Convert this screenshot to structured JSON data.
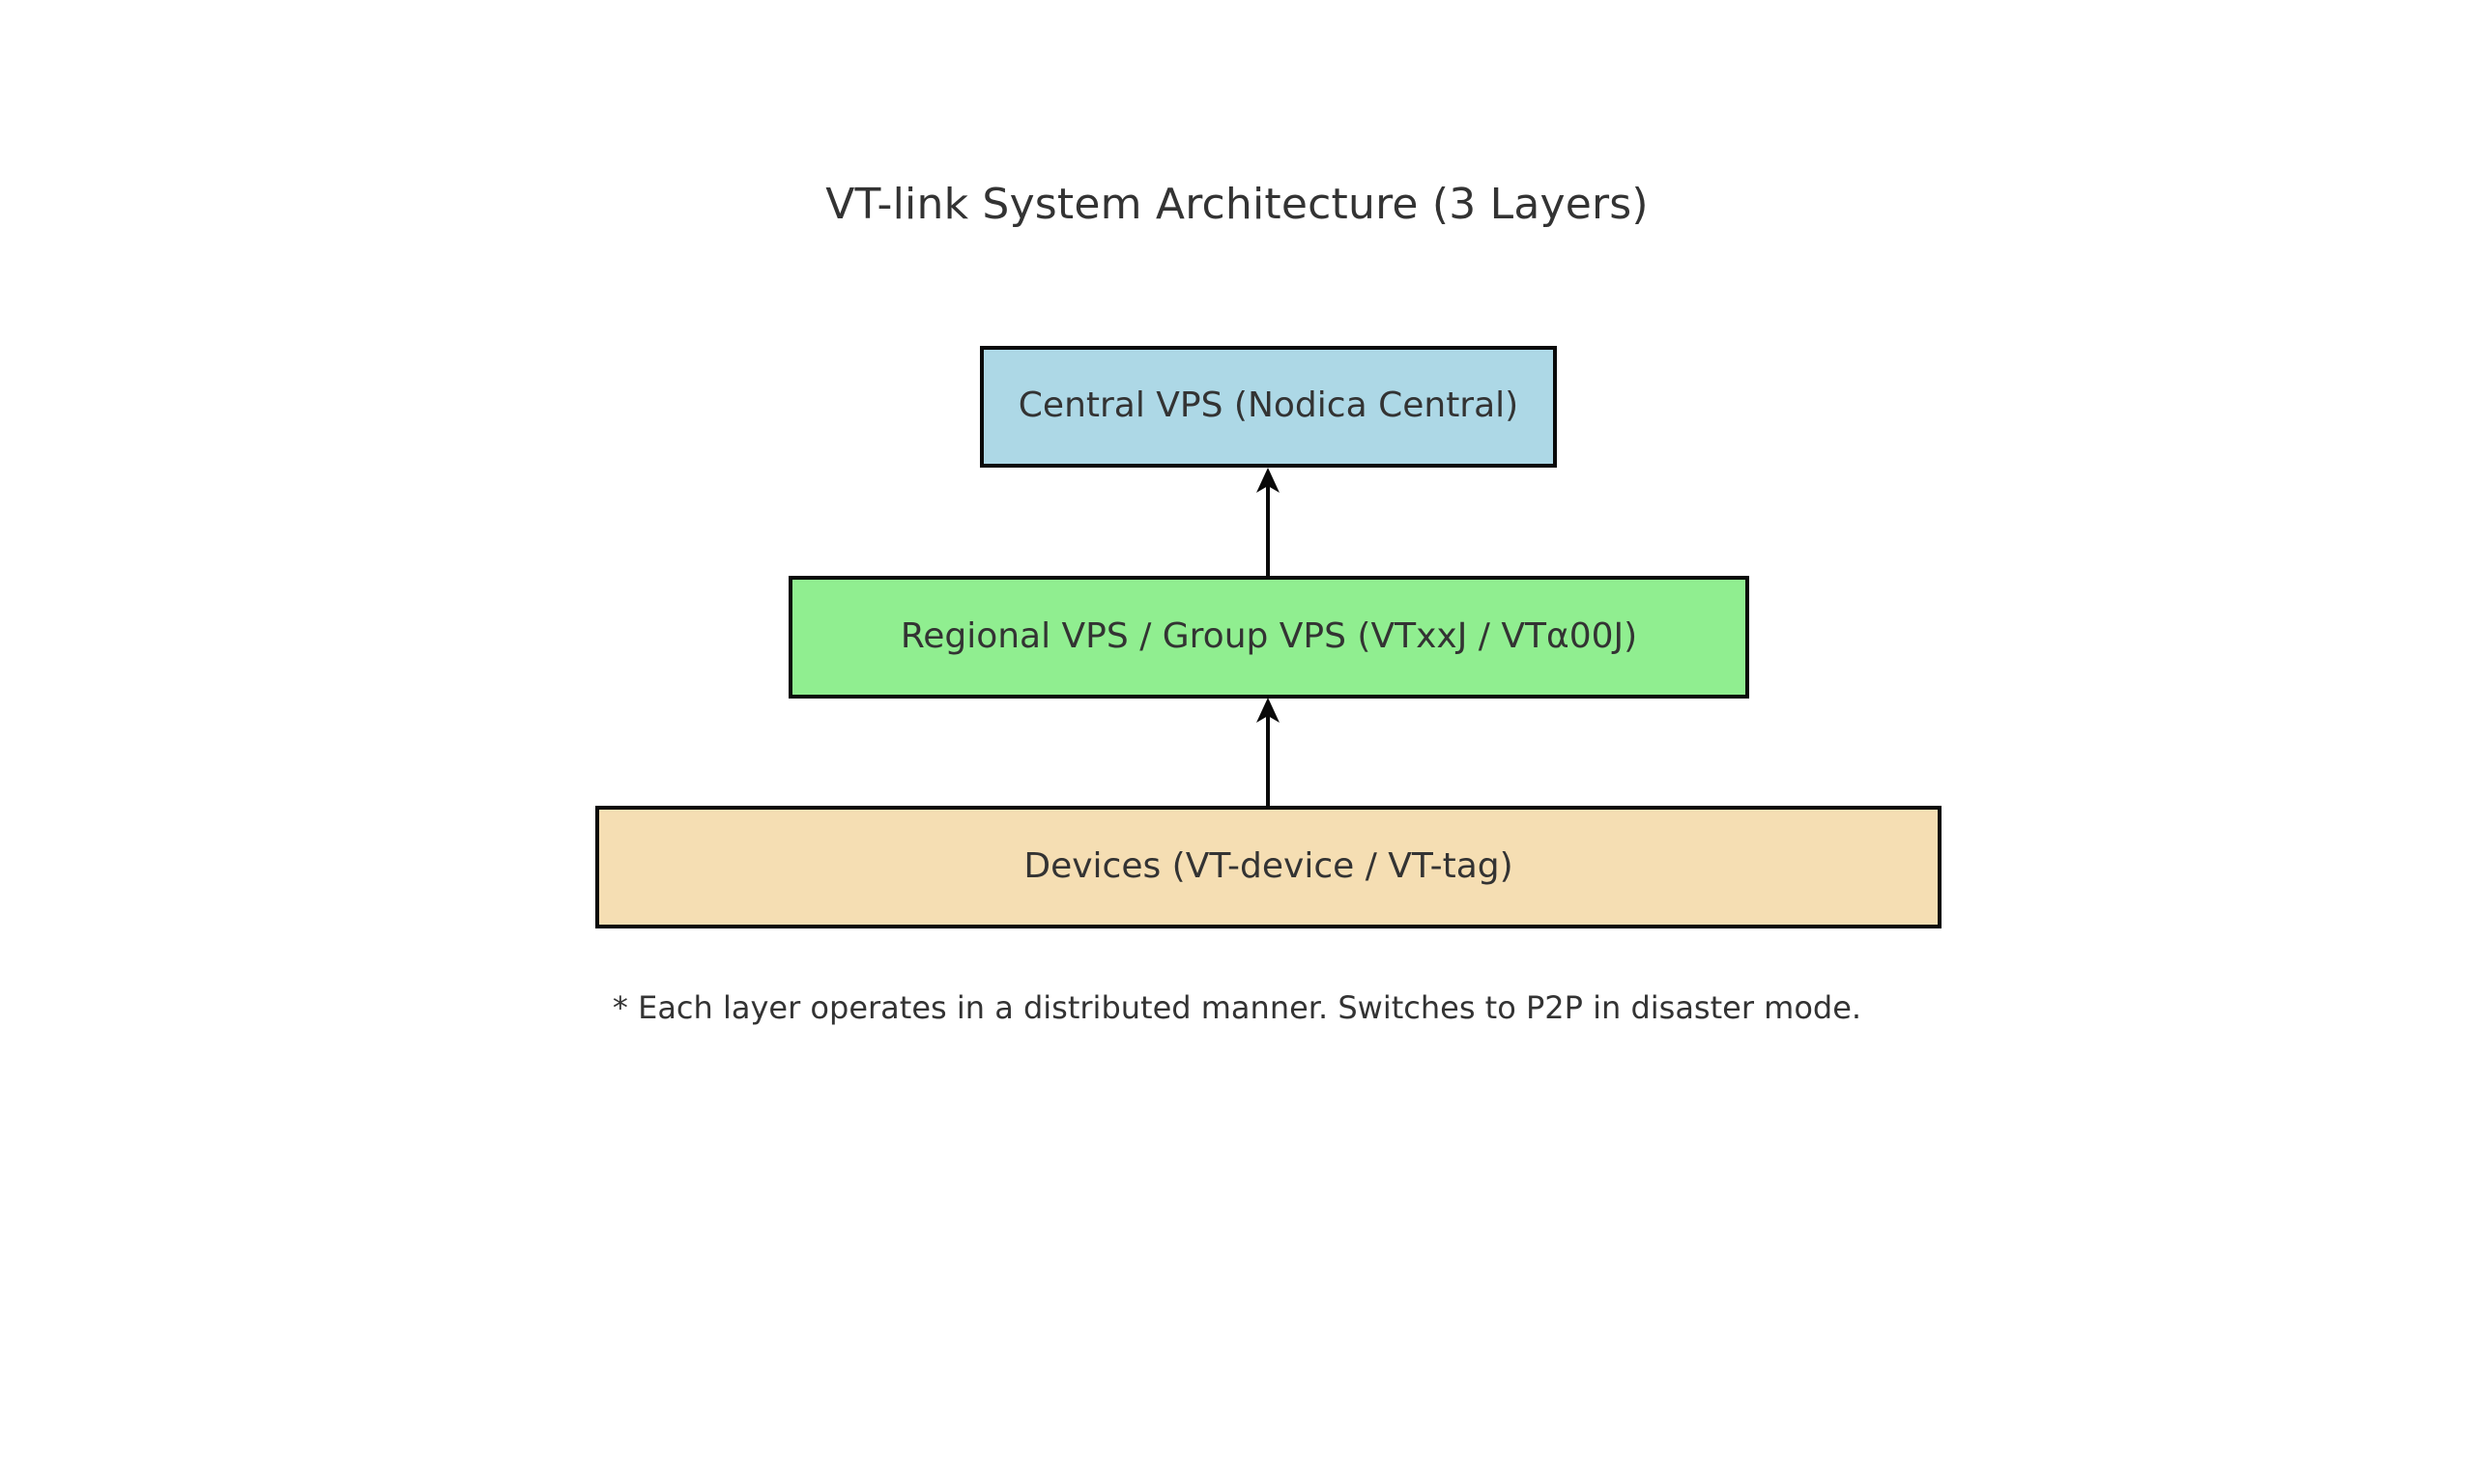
{
  "figure": {
    "title": "VT-link System Architecture (3 Layers)",
    "footnote": "* Each layer operates in a distributed manner. Switches to P2P in disaster mode.",
    "background_color": "#ffffff",
    "text_color": "#333333",
    "border_color": "#0a0a0a"
  },
  "layers": [
    {
      "id": "central",
      "label": "Central VPS (Nodica Central)",
      "fill_color": "#add8e6",
      "level": 1
    },
    {
      "id": "regional",
      "label": "Regional VPS / Group VPS (VTxxJ / VTα00J)",
      "fill_color": "#90ee90",
      "level": 2
    },
    {
      "id": "devices",
      "label": "Devices (VT-device / VT-tag)",
      "fill_color": "#f5deb3",
      "level": 3
    }
  ],
  "connectors": [
    {
      "id": "regional-to-central",
      "from": "regional",
      "to": "central",
      "direction": "up",
      "color": "#0a0a0a"
    },
    {
      "id": "devices-to-regional",
      "from": "devices",
      "to": "regional",
      "direction": "up",
      "color": "#0a0a0a"
    }
  ],
  "chart_data": {
    "type": "diagram",
    "title": "VT-link System Architecture (3 Layers)",
    "categories": [
      "Central VPS (Nodica Central)",
      "Regional VPS / Group VPS (VTxxJ / VTα00J)",
      "Devices (VT-device / VT-tag)"
    ],
    "values": [
      597,
      994,
      1393
    ],
    "xlabel": "",
    "ylabel": "",
    "annotations": [
      "* Each layer operates in a distributed manner. Switches to P2P in disaster mode."
    ]
  }
}
